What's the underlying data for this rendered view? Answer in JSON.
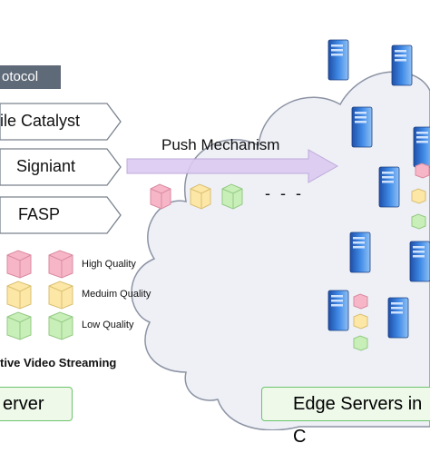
{
  "protocol_label": "otocol",
  "protocols": [
    "ile Catalyst",
    "Signiant",
    "FASP"
  ],
  "push_label": "Push Mechanism",
  "dashes": "- - -",
  "legend": [
    {
      "label": "High Quality",
      "color": "#f7b6c8",
      "stroke": "#d98aa0"
    },
    {
      "label": "Meduim Quality",
      "color": "#fde7a6",
      "stroke": "#d9bf73"
    },
    {
      "label": "Low Quality",
      "color": "#c9efb9",
      "stroke": "#93c983"
    }
  ],
  "caption": "tive Video Streaming",
  "left_box_label": "erver",
  "right_box_label": "Edge Servers in C",
  "colors": {
    "cloud_fill": "#eef0f6",
    "cloud_stroke": "#8c93a3",
    "server": "#2f6fd0",
    "arrow": "#d9c6ef",
    "box_border": "#6cc46c"
  }
}
